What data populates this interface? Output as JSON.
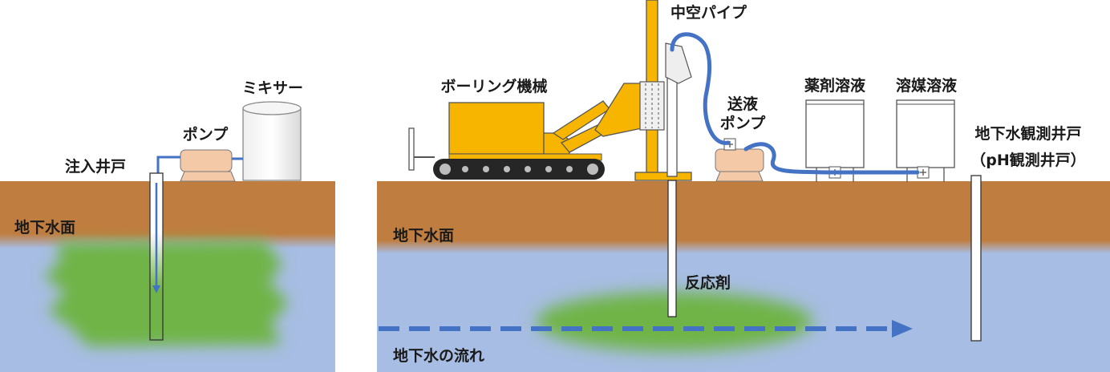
{
  "left_panel": {
    "labels": {
      "mixer": "ミキサー",
      "pump": "ポンプ",
      "injection_well": "注入井戸",
      "water_table": "地下水面"
    }
  },
  "right_panel": {
    "labels": {
      "boring_machine": "ボーリング機械",
      "hollow_pipe": "中空パイプ",
      "feed_pump_line1": "送液",
      "feed_pump_line2": "ポンプ",
      "chemical_solution": "薬剤溶液",
      "solvent_solution": "溶媒溶液",
      "monitoring_well_line1": "地下水観測井戸",
      "monitoring_well_line2": "（pH観測井戸）",
      "water_table": "地下水面",
      "reagent": "反応剤",
      "groundwater_flow": "地下水の流れ"
    }
  },
  "colors": {
    "soil": "#c07d40",
    "groundwater": "#a7bde3",
    "plume": "#6fb447",
    "pipe_blue": "#4472c4",
    "machine_yellow": "#f7b500",
    "pump_pink": "#f4c9a8"
  }
}
